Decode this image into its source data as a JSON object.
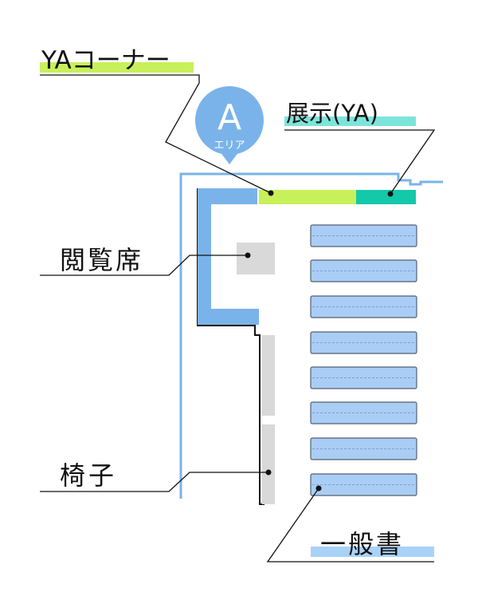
{
  "area": {
    "letter": "A",
    "sub": "エリア"
  },
  "labels": {
    "ya_corner": "YAコーナー",
    "display": "展示(YA)",
    "reading_seats": "閲覧席",
    "chairs": "椅子",
    "general_books": "一般書"
  },
  "colors": {
    "wall_blue": "#7ab3ea",
    "shelf_blue": "#a9cdf5",
    "shelf_border": "#556070",
    "ya_green": "#c8f05a",
    "display_teal": "#14c8aa",
    "gray": "#d9d9d9",
    "line": "#111111",
    "general_underline": "#a9d2f7",
    "display_underline": "#7de4da"
  }
}
